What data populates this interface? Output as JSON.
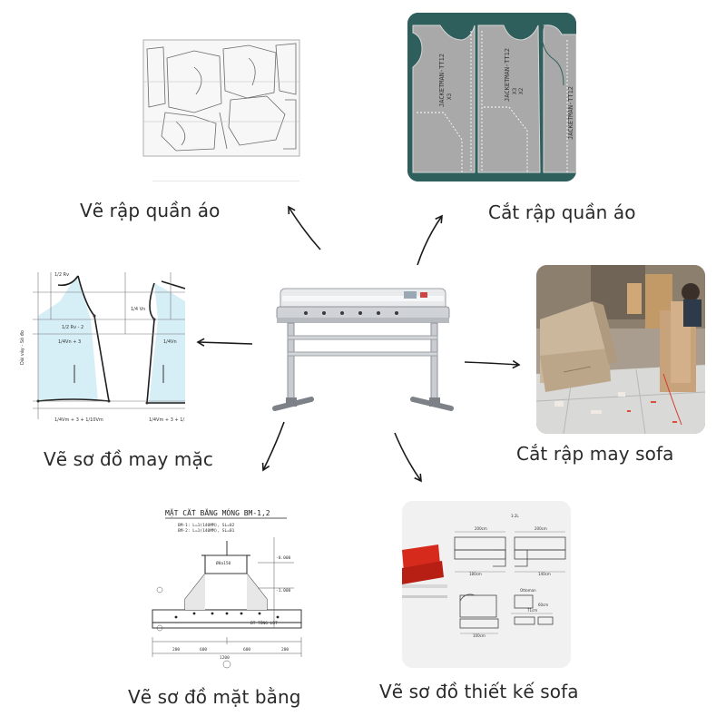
{
  "center": {
    "icon": "plotter-cutter-icon"
  },
  "nodes": {
    "ve_rap_quan_ao": {
      "label": "Vẽ rập quần áo",
      "icon": "garment-pattern-layout-icon"
    },
    "cat_rap_quan_ao": {
      "label": "Cắt rập quần áo",
      "icon": "cut-garment-pattern-icon",
      "pattern_text": "JACKETMAN-TT12",
      "size_a": "X3",
      "size_b": "X2"
    },
    "ve_so_do_may_mac": {
      "label": "Vẽ sơ đồ may mặc",
      "icon": "sewing-draft-diagram-icon"
    },
    "cat_rap_may_sofa": {
      "label": "Cắt rập may sofa",
      "icon": "sofa-workshop-photo-icon"
    },
    "ve_so_do_mat_bang": {
      "label": "Vẽ sơ đồ mặt bằng",
      "icon": "foundation-section-drawing-icon",
      "drawing_title": "MẶT CẮT BĂNG MÓNG BM-1,2"
    },
    "ve_so_do_thiet_ke_sofa": {
      "label": "Vẽ sơ đồ thiết kế sofa",
      "icon": "sofa-design-drawing-icon"
    }
  },
  "colors": {
    "text": "#2a2a2a",
    "arrow": "#1a1a1a",
    "pattern_gray": "#a9a9a9",
    "teal_bg": "#2f5f5c",
    "draft_fill": "#d6eef5"
  }
}
